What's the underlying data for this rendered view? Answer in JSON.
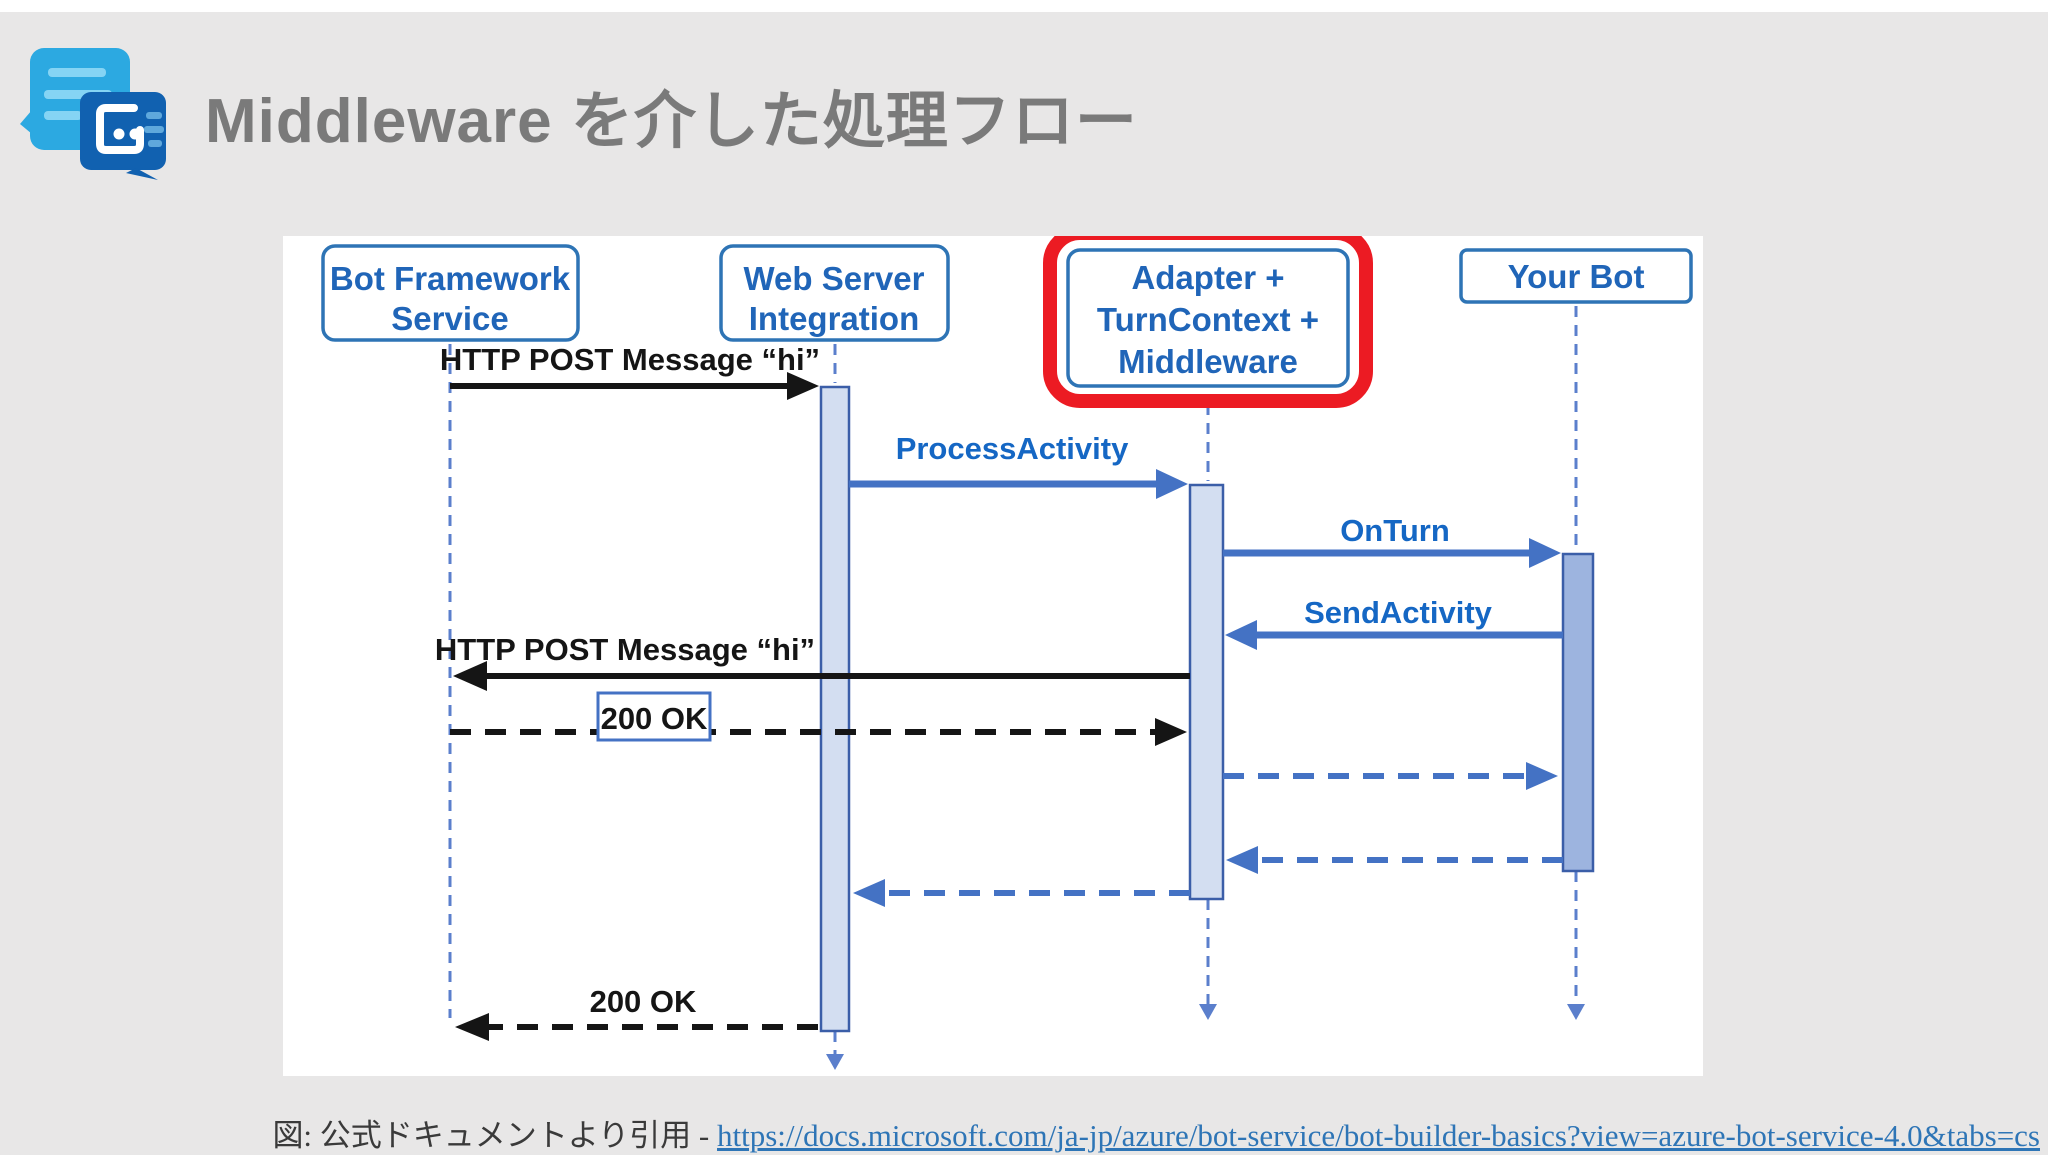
{
  "slide": {
    "title": "Middleware を介した処理フロー",
    "caption_prefix": "図: 公式ドキュメントより引用 - ",
    "caption_link": "https://docs.microsoft.com/ja-jp/azure/bot-service/bot-builder-basics?view=azure-bot-service-4.0&tabs=cs"
  },
  "colors": {
    "slide_background": "#e8e7e7",
    "panel_background": "#ffffff",
    "title_gray": "#7a7a7a",
    "box_border_blue": "#2e74b5",
    "participant_text_blue": "#2065b8",
    "message_label_blue": "#1567c4",
    "arrow_blue": "#4472c4",
    "lifeline_blue": "#5b7fcc",
    "black": "#151515",
    "highlight_red": "#ec1b23",
    "activation_fill_light": "#d3def1",
    "activation_fill_dark": "#9db4df",
    "link_blue": "#2e75b6",
    "icon_light_blue": "#2ca9e1",
    "icon_dark_blue": "#1161b0"
  },
  "diagram": {
    "participants": [
      {
        "id": "bot-framework-service",
        "lines": [
          "Bot Framework",
          "Service"
        ],
        "highlighted": false
      },
      {
        "id": "web-server-integration",
        "lines": [
          "Web Server",
          "Integration"
        ],
        "highlighted": false
      },
      {
        "id": "adapter-turncontext-middleware",
        "lines": [
          "Adapter +",
          "TurnContext +",
          "Middleware"
        ],
        "highlighted": true
      },
      {
        "id": "your-bot",
        "lines": [
          "Your Bot"
        ],
        "highlighted": false
      }
    ],
    "messages": [
      {
        "label": "HTTP POST Message “hi”",
        "from": "bot-framework-service",
        "to": "web-server-integration",
        "style": "solid-black",
        "direction": "right"
      },
      {
        "label": "ProcessActivity",
        "from": "web-server-integration",
        "to": "adapter-turncontext-middleware",
        "style": "solid-blue",
        "direction": "right"
      },
      {
        "label": "OnTurn",
        "from": "adapter-turncontext-middleware",
        "to": "your-bot",
        "style": "solid-blue",
        "direction": "right"
      },
      {
        "label": "SendActivity",
        "from": "your-bot",
        "to": "adapter-turncontext-middleware",
        "style": "solid-blue",
        "direction": "left"
      },
      {
        "label": "HTTP POST Message “hi”",
        "from": "adapter-turncontext-middleware",
        "to": "bot-framework-service",
        "style": "solid-black",
        "direction": "left"
      },
      {
        "label": "200 OK",
        "boxed": true,
        "from": "bot-framework-service",
        "to": "adapter-turncontext-middleware",
        "style": "dashed-black",
        "direction": "right"
      },
      {
        "label": "",
        "from": "adapter-turncontext-middleware",
        "to": "your-bot",
        "style": "dashed-blue",
        "direction": "right"
      },
      {
        "label": "",
        "from": "your-bot",
        "to": "adapter-turncontext-middleware",
        "style": "dashed-blue",
        "direction": "left"
      },
      {
        "label": "",
        "from": "adapter-turncontext-middleware",
        "to": "web-server-integration",
        "style": "dashed-blue",
        "direction": "left"
      },
      {
        "label": "200 OK",
        "boxed": false,
        "from": "web-server-integration",
        "to": "bot-framework-service",
        "style": "dashed-black",
        "direction": "left"
      }
    ]
  }
}
